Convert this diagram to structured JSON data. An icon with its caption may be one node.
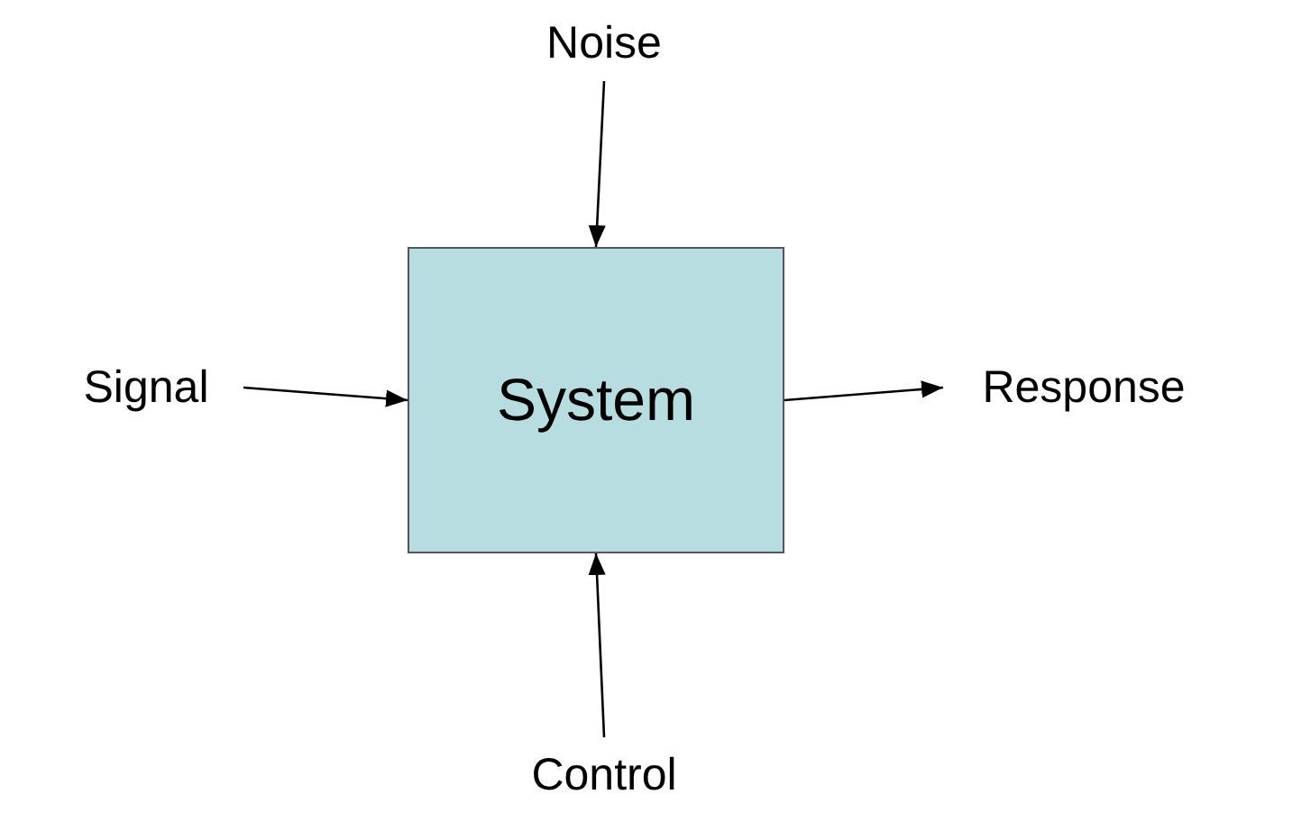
{
  "diagram": {
    "nodes": [
      {
        "text": [
          "System"
        ]
      },
      {
        "text": [
          "Noise"
        ]
      },
      {
        "text": [
          "Signal"
        ]
      },
      {
        "text": [
          "Response"
        ]
      },
      {
        "text": [
          "Control"
        ]
      }
    ],
    "edges": [
      {
        "from": 1,
        "to": 0,
        "arrow": "to"
      },
      {
        "from": 2,
        "to": 0,
        "arrow": "to"
      },
      {
        "from": 0,
        "to": 3,
        "arrow": "to"
      },
      {
        "from": 4,
        "to": 0,
        "arrow": "to"
      }
    ]
  }
}
